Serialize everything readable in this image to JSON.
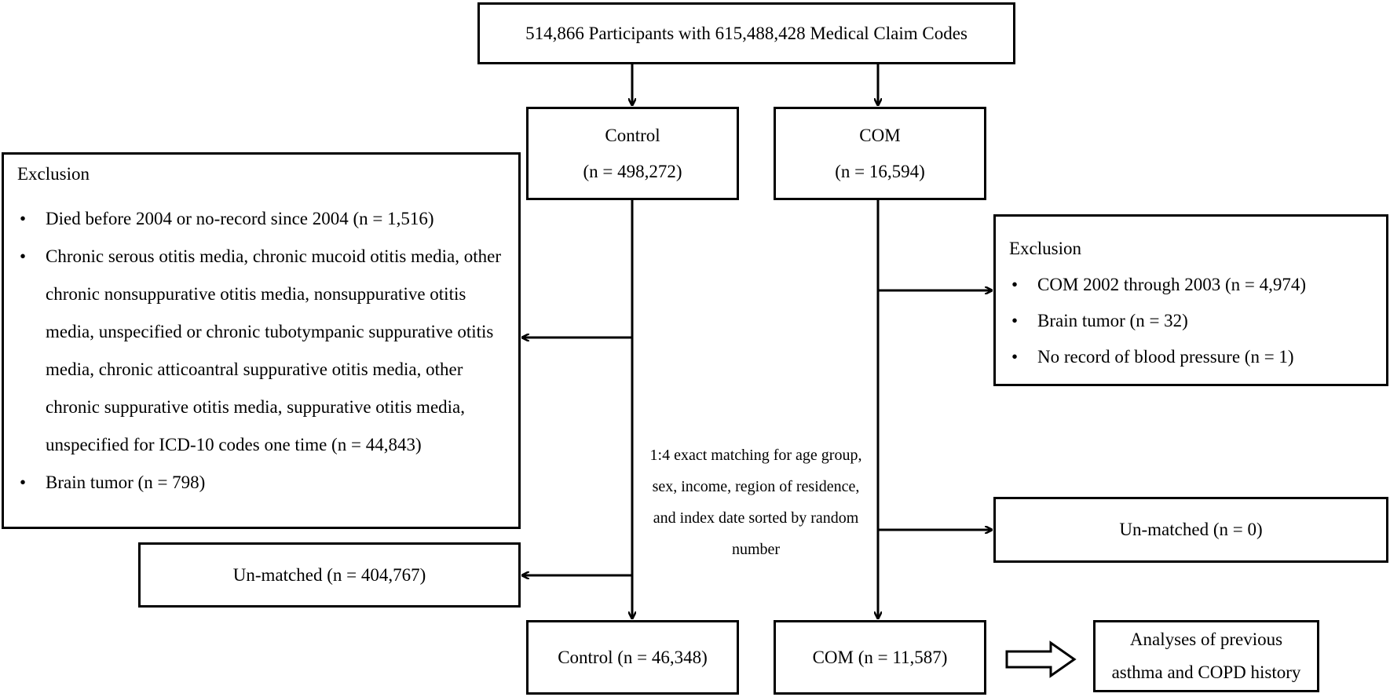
{
  "top": {
    "text": "514,866 Participants with  615,488,428 Medical Claim Codes"
  },
  "control_group": {
    "label": "Control",
    "n": "(n = 498,272)"
  },
  "com_group": {
    "label": "COM",
    "n": "(n = 16,594)"
  },
  "control_exclusion": {
    "title": "Exclusion",
    "items": [
      "Died before 2004 or no-record since 2004 (n = 1,516)",
      "Chronic serous otitis media, chronic mucoid otitis media, other chronic nonsuppurative otitis media, nonsuppurative otitis media, unspecified or chronic tubotympanic suppurative otitis media, chronic atticoantral suppurative otitis media, other chronic suppurative otitis media, suppurative otitis media, unspecified for ICD-10 codes one time (n = 44,843)",
      "Brain tumor (n = 798)"
    ]
  },
  "com_exclusion": {
    "title": "Exclusion",
    "items": [
      "COM 2002 through 2003 (n = 4,974)",
      "Brain tumor (n = 32)",
      "No record of blood pressure (n = 1)"
    ]
  },
  "control_unmatched": {
    "text": "Un-matched (n = 404,767)"
  },
  "com_unmatched": {
    "text": "Un-matched (n = 0)"
  },
  "matching_note": {
    "text": "1:4 exact matching for age group, sex, income, region of residence, and index date sorted by random number"
  },
  "control_final": {
    "text": "Control (n = 46,348)"
  },
  "com_final": {
    "text": "COM (n = 11,587)"
  },
  "analysis": {
    "text": "Analyses of previous asthma and COPD history"
  }
}
